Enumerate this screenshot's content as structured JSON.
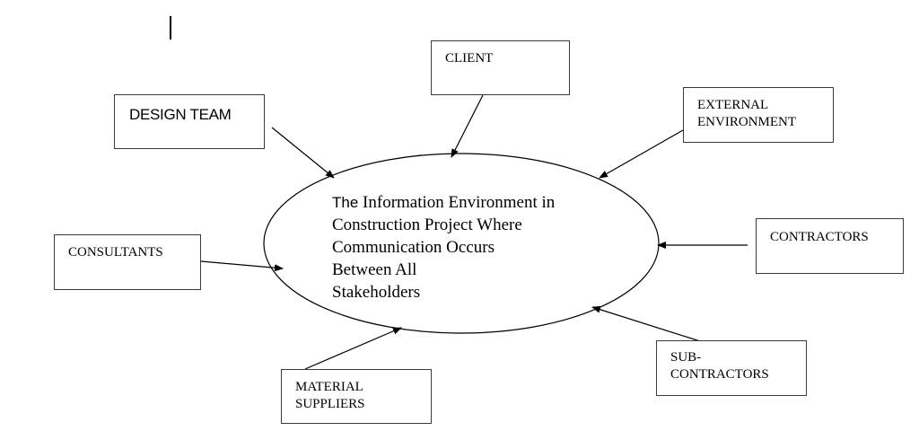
{
  "center": {
    "prefix": "The",
    "line1_rest": " Information Environment in",
    "line2": "Construction Project Where",
    "line3": "Communication Occurs",
    "line4": "Between All",
    "line5": "Stakeholders"
  },
  "nodes": {
    "client": "CLIENT",
    "design_team": "DESIGN TEAM",
    "external_environment": "EXTERNAL\nENVIRONMENT",
    "consultants": "CONSULTANTS",
    "contractors": "CONTRACTORS",
    "material_suppliers": "MATERIAL\nSUPPLIERS",
    "sub_contractors": "SUB-\nCONTRACTORS"
  },
  "colors": {
    "line": "#000000",
    "box_border": "#3a3a3a"
  }
}
